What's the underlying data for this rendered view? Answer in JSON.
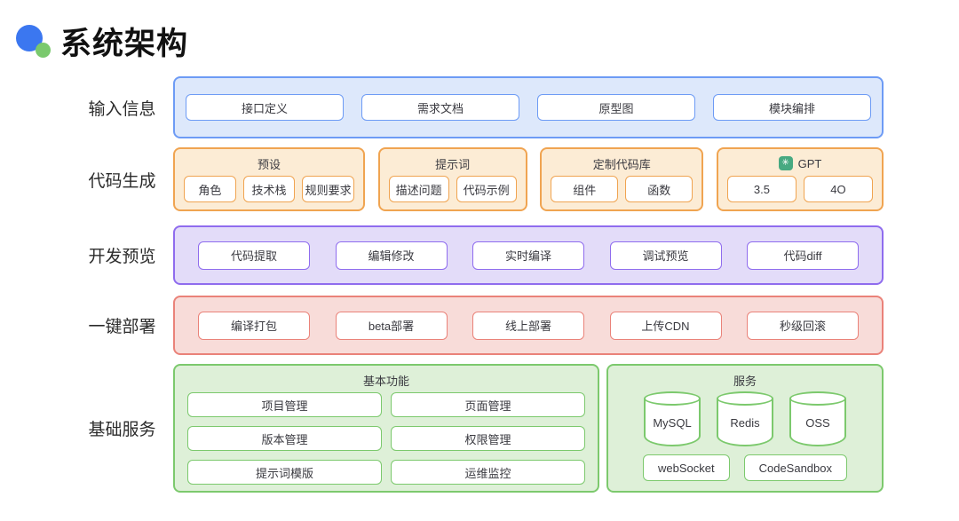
{
  "page_title": "系统架构",
  "icons": {
    "openai_glyph": "✳"
  },
  "colors": {
    "logo_blue": "#3b77f0",
    "logo_green": "#7ac96d",
    "input_border": "#6d9bf5",
    "input_fill": "#dde8fb",
    "codegen_border": "#f0a451",
    "codegen_fill": "#fcecd5",
    "preview_border": "#8f6cee",
    "preview_fill": "#e3dcf9",
    "deploy_border": "#ea8279",
    "deploy_fill": "#f8dcd9",
    "base_border": "#7cc96d",
    "base_fill": "#def0d8",
    "gpt_icon_bg": "#47a981"
  },
  "input_row": {
    "label": "输入信息",
    "items": [
      "接口定义",
      "需求文档",
      "原型图",
      "模块编排"
    ]
  },
  "codegen_row": {
    "label": "代码生成",
    "groups": [
      {
        "title": "预设",
        "items": [
          "角色",
          "技术栈",
          "规则要求"
        ]
      },
      {
        "title": "提示词",
        "items": [
          "描述问题",
          "代码示例"
        ]
      },
      {
        "title": "定制代码库",
        "items": [
          "组件",
          "函数"
        ]
      },
      {
        "title": "GPT",
        "icon": "openai-icon",
        "items": [
          "3.5",
          "4O"
        ]
      }
    ]
  },
  "preview_row": {
    "label": "开发预览",
    "items": [
      "代码提取",
      "编辑修改",
      "实时编译",
      "调试预览",
      "代码diff"
    ]
  },
  "deploy_row": {
    "label": "一键部署",
    "items": [
      "编译打包",
      "beta部署",
      "线上部署",
      "上传CDN",
      "秒级回滚"
    ]
  },
  "base_row": {
    "label": "基础服务",
    "features": {
      "title": "基本功能",
      "items": [
        "项目管理",
        "页面管理",
        "版本管理",
        "权限管理",
        "提示词模版",
        "运维监控"
      ]
    },
    "services": {
      "title": "服务",
      "databases": [
        "MySQL",
        "Redis",
        "OSS"
      ],
      "items": [
        "webSocket",
        "CodeSandbox"
      ]
    }
  }
}
